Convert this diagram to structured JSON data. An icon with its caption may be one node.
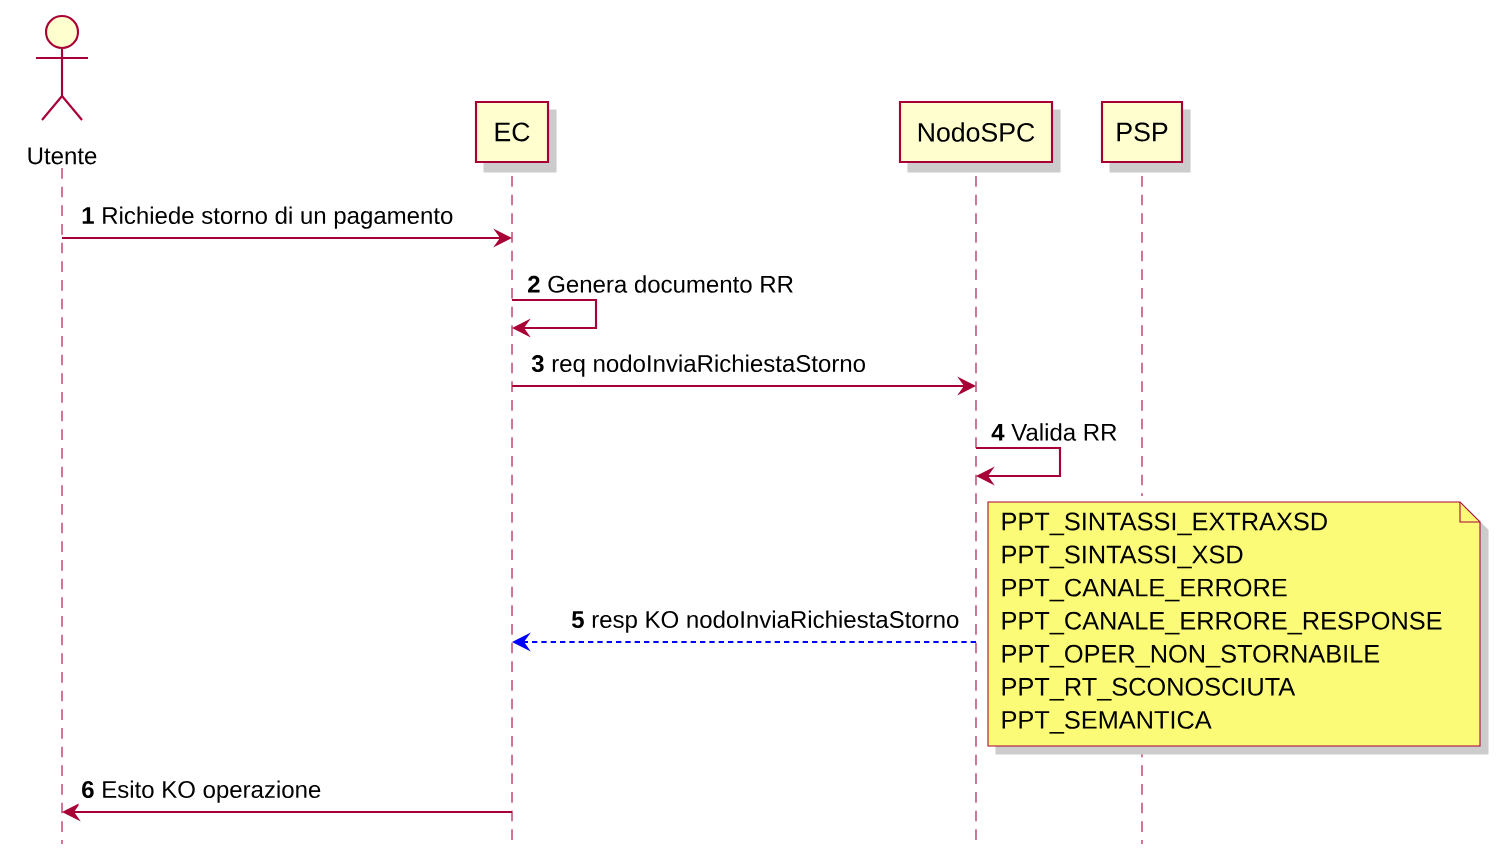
{
  "diagram": {
    "nodes": [
      {
        "text": [
          "Utente"
        ]
      },
      {
        "text": [
          "EC"
        ]
      },
      {
        "text": [
          "NodoSPC"
        ]
      },
      {
        "text": [
          "PSP"
        ]
      },
      {
        "text": [
          "PPT_SINTASSI_EXTRAXSD",
          "PPT_SINTASSI_XSD",
          "PPT_CANALE_ERRORE",
          "PPT_CANALE_ERRORE_RESPONSE",
          "PPT_OPER_NON_STORNABILE",
          "PPT_RT_SCONOSCIUTA",
          "PPT_SEMANTICA"
        ]
      }
    ],
    "edges": [
      {
        "from": 0,
        "to": 1,
        "arrow": "to",
        "label": "**1** Richiede storno di un pagamento"
      },
      {
        "from": 1,
        "to": 1,
        "arrow": "to",
        "label": "**2** Genera documento RR"
      },
      {
        "from": 1,
        "to": 2,
        "arrow": "to",
        "label": "**3** req nodoInviaRichiestaStorno"
      },
      {
        "from": 2,
        "to": 2,
        "arrow": "to",
        "label": "**4** Valida RR"
      },
      {
        "from": 2,
        "to": 1,
        "arrow": "to",
        "label": "**5** resp KO nodoInviaRichiestaStorno",
        "style": "dashed",
        "color": "#0000ff"
      },
      {
        "from": 1,
        "to": 0,
        "arrow": "to",
        "label": "**6** Esito KO operazione"
      }
    ]
  }
}
